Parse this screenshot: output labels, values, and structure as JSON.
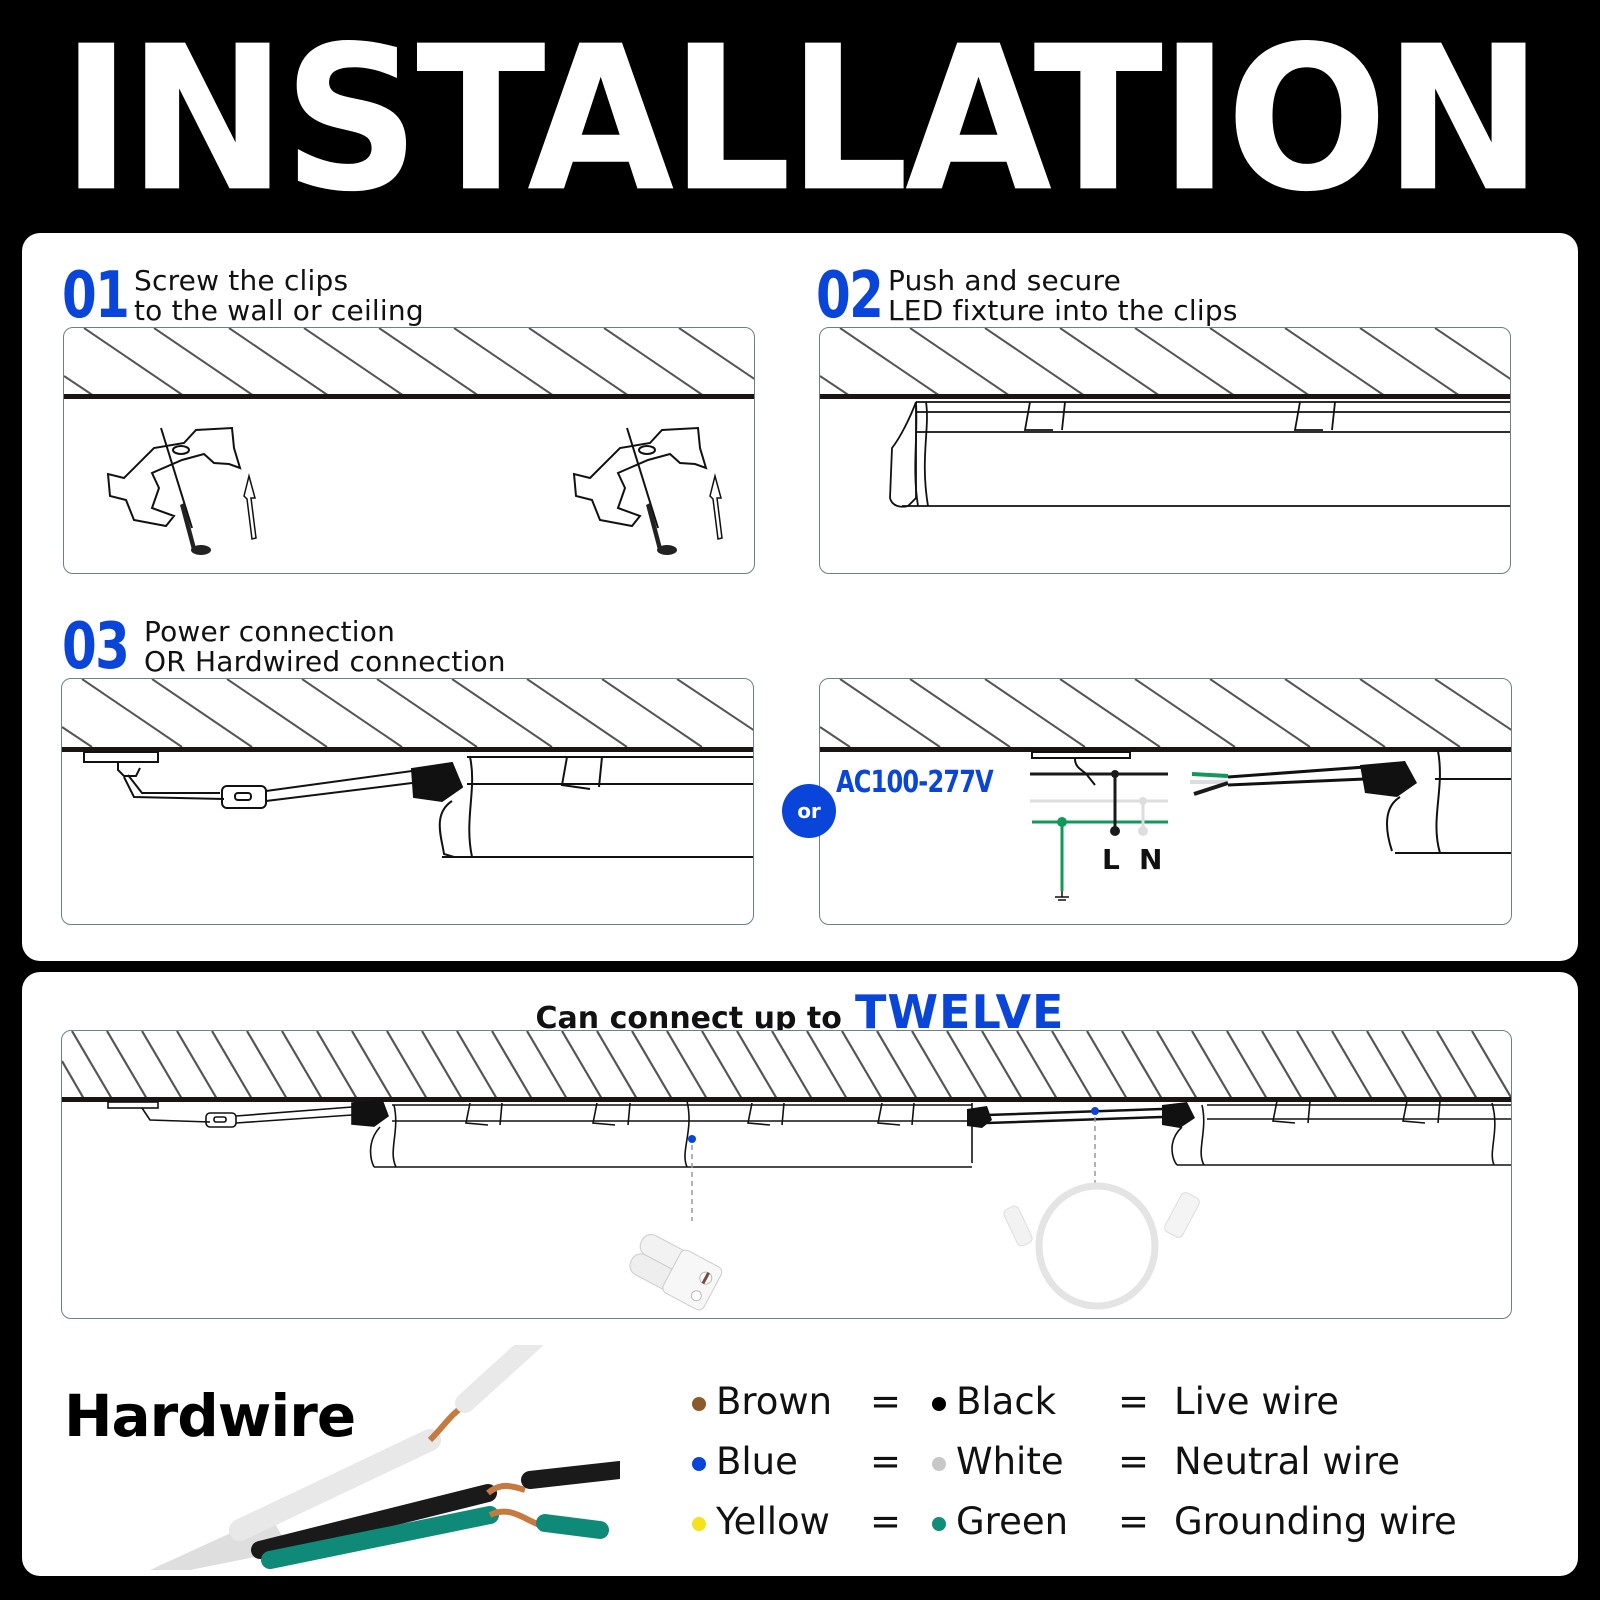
{
  "title": "INSTALLATION",
  "colors": {
    "accent_blue": "#0a45d9",
    "background": "#000000",
    "card": "#ffffff",
    "panel_border": "#6f7f87",
    "ground_green": "#0f9a5a",
    "neutral_white": "#dddddd",
    "live_black": "#1a1a1a"
  },
  "steps": [
    {
      "number": "01",
      "line1": "Screw the clips",
      "line2": "to the wall or ceiling"
    },
    {
      "number": "02",
      "line1": "Push and secure",
      "line2": "LED fixture into the clips"
    },
    {
      "number": "03",
      "line1": "Power connection",
      "line2": "OR Hardwired connection"
    }
  ],
  "or_badge": "or",
  "hardwired_diagram": {
    "voltage": "AC100-277V",
    "terminal_live": "L",
    "terminal_neutral": "N",
    "ground_symbol": "ground-icon"
  },
  "connect": {
    "lead": "Can connect up to",
    "highlight": "TWELVE",
    "accessories": [
      "straight-connector",
      "linking-cable"
    ]
  },
  "hardwire": {
    "label": "Hardwire",
    "legend": [
      {
        "color_a": "Brown",
        "dot_a": "#8b5a2b",
        "eq1": "=",
        "color_b": "Black",
        "dot_b": "#000000",
        "eq2": "=",
        "meaning": "Live wire"
      },
      {
        "color_a": "Blue",
        "dot_a": "#0a45d9",
        "eq1": "=",
        "color_b": "White",
        "dot_b": "#c8c8c8",
        "eq2": "=",
        "meaning": "Neutral wire"
      },
      {
        "color_a": "Yellow",
        "dot_a": "#f4e21b",
        "eq1": "=",
        "color_b": "Green",
        "dot_b": "#0f8f7a",
        "eq2": "=",
        "meaning": "Grounding wire"
      }
    ]
  }
}
